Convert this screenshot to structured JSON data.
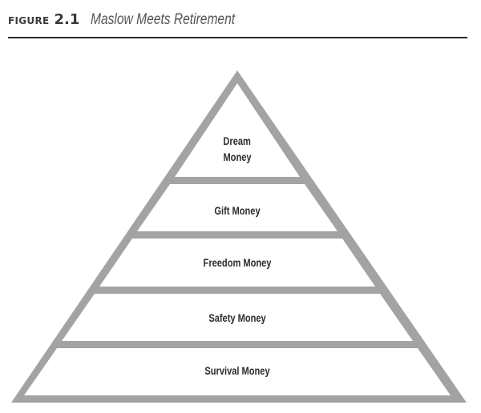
{
  "header": {
    "figure_label": "FIGURE",
    "figure_number": "2.1",
    "title": "Maslow Meets Retirement"
  },
  "colors": {
    "pyramid_stroke": "#a3a3a3",
    "rule": "#2a2a2a",
    "text": "#2b2b2b",
    "background": "#ffffff"
  },
  "pyramid": {
    "tiers": [
      {
        "label_line1": "Dream",
        "label_line2": "Money",
        "level": "top"
      },
      {
        "label": "Gift Money",
        "level": 2
      },
      {
        "label": "Freedom Money",
        "level": 3
      },
      {
        "label": "Safety Money",
        "level": 4
      },
      {
        "label": "Survival Money",
        "level": "base"
      }
    ]
  }
}
